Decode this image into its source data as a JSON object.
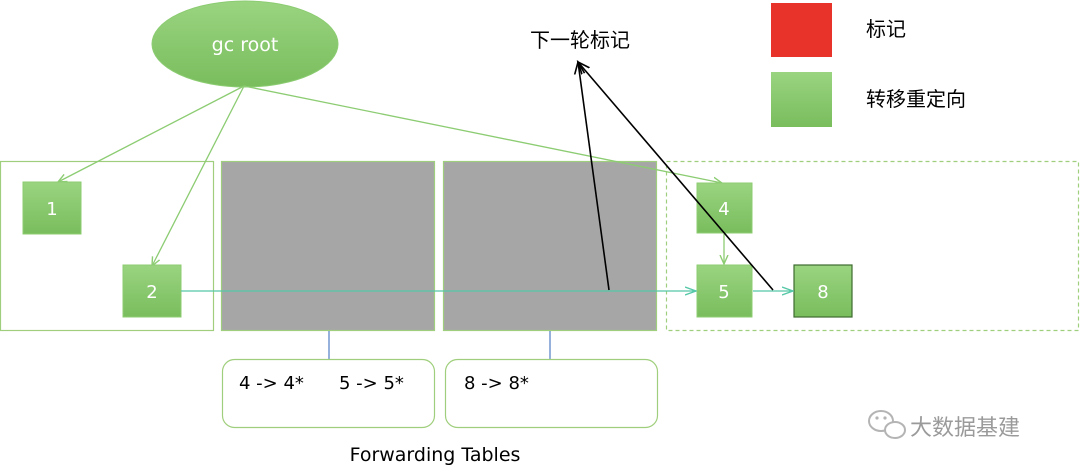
{
  "root": {
    "label": "gc root"
  },
  "legend": {
    "items": [
      {
        "label": "标记",
        "color": "#e8332a"
      },
      {
        "label": "转移重定向",
        "color": "#8ccc72"
      }
    ]
  },
  "next_round": {
    "label": "下一轮标记"
  },
  "nodes": [
    {
      "label": "1"
    },
    {
      "label": "2"
    },
    {
      "label": "4"
    },
    {
      "label": "5"
    },
    {
      "label": "8"
    }
  ],
  "forwarding_tables": {
    "caption": "Forwarding Tables",
    "tables": [
      {
        "entries": [
          "4 -> 4*",
          "5 -> 5*"
        ]
      },
      {
        "entries": [
          "8 -> 8*"
        ]
      }
    ]
  },
  "watermark": {
    "text": "大数据基建"
  },
  "colors": {
    "node_green": "#8ccc72",
    "edge_green": "#8ccc72",
    "region_border": "#9fcf7c",
    "gray_region": "#a6a6a6",
    "table_link": "#4f7fc4",
    "teal_ref": "#56c8a8",
    "black_arrow": "#000000"
  }
}
